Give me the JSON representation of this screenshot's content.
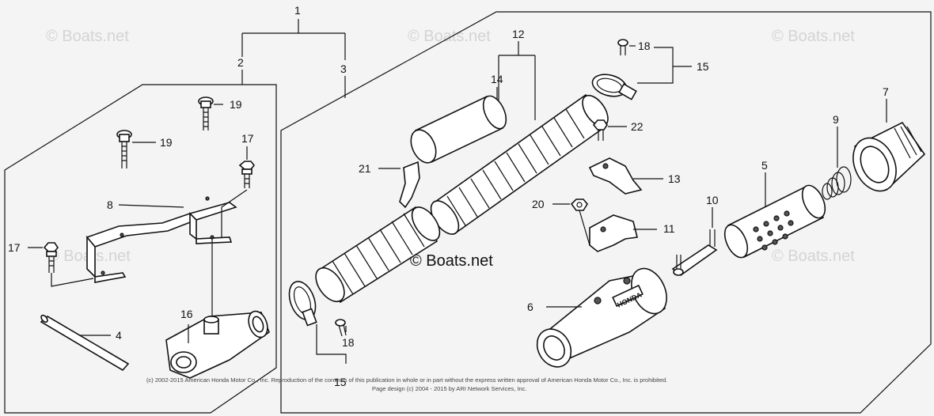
{
  "watermark": {
    "text": "© Boats.net",
    "center": "© Boats.net"
  },
  "callouts": {
    "c1": "1",
    "c2": "2",
    "c3": "3",
    "c4": "4",
    "c5": "5",
    "c6": "6",
    "c7": "7",
    "c8": "8",
    "c9": "9",
    "c10": "10",
    "c11": "11",
    "c12": "12",
    "c13": "13",
    "c14": "14",
    "c15a": "15",
    "c15b": "15",
    "c16": "16",
    "c17a": "17",
    "c17b": "17",
    "c18a": "18",
    "c18b": "18",
    "c19a": "19",
    "c19b": "19",
    "c20": "20",
    "c21": "21",
    "c22": "22"
  },
  "engraving": "HONDA",
  "footer": {
    "line1": "(c) 2002-2015 American Honda Motor Co., Inc. Reproduction of the contents of this publication in whole or in part without the express written approval of American Honda Motor Co., Inc. is prohibited.",
    "line2": "Page design (c) 2004 - 2015 by ARI Network Services, Inc."
  }
}
